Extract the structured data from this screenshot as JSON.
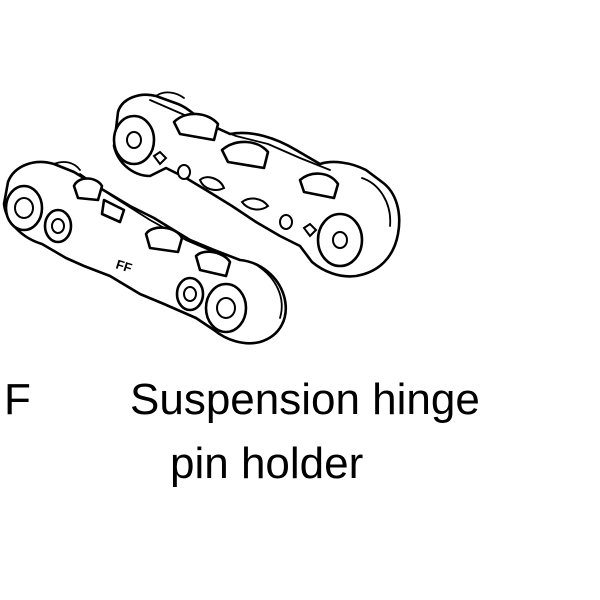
{
  "part_letter": "F",
  "caption": {
    "line1": "Suspension hinge",
    "line2": "pin holder"
  },
  "part_marking": "FF"
}
